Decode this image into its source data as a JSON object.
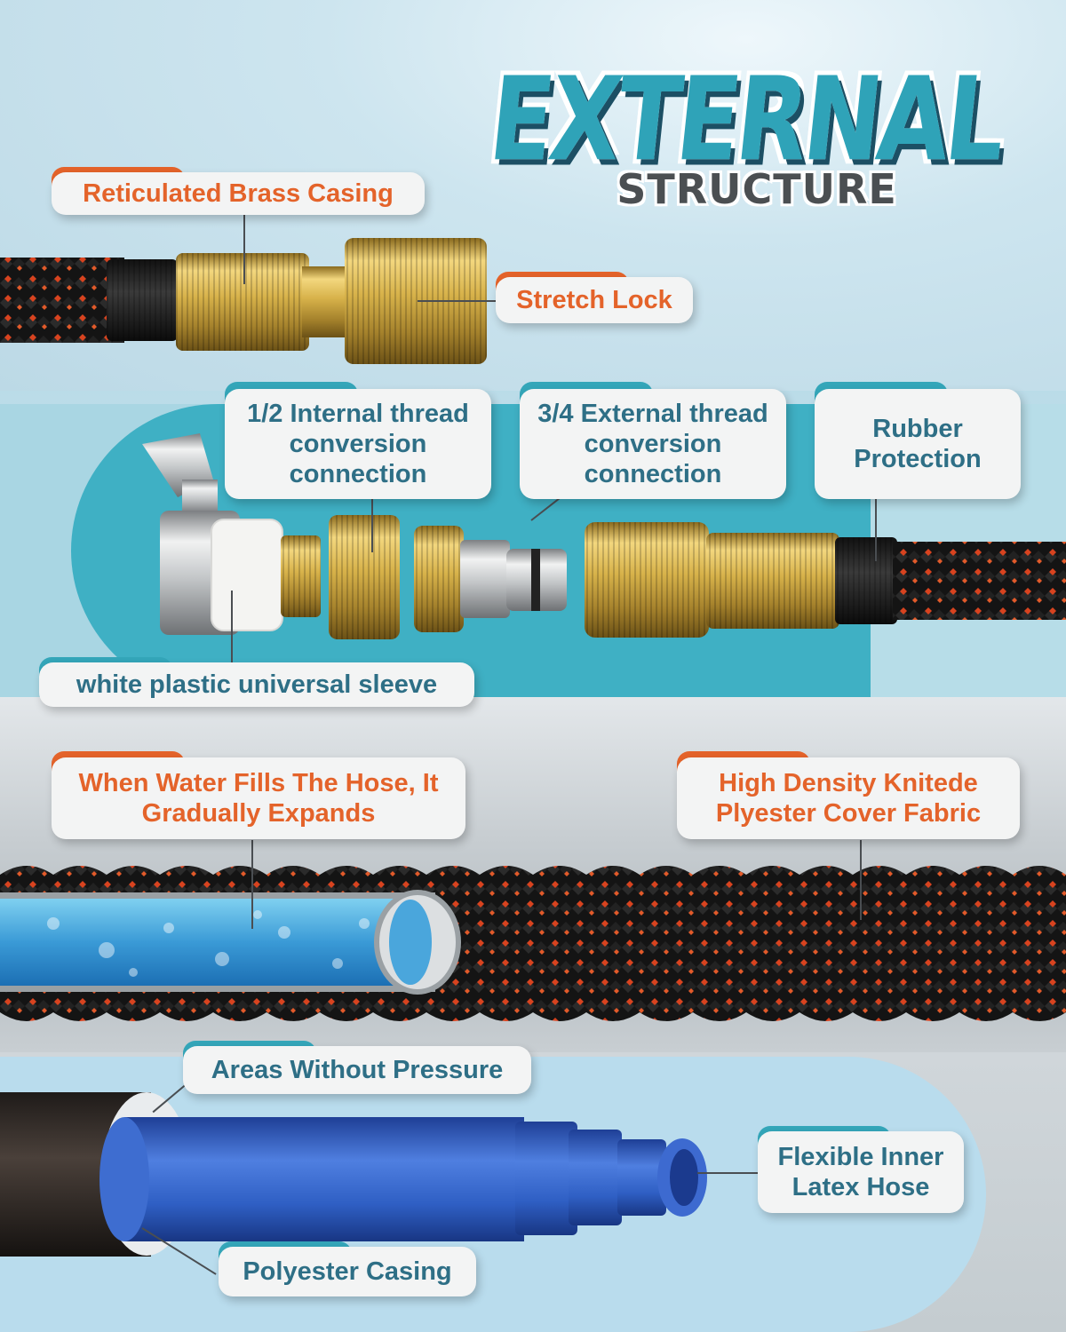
{
  "title": {
    "main": "EXTERNAL",
    "sub": "STRUCTURE"
  },
  "colors": {
    "orange": "#e4632a",
    "teal": "#2e6f86",
    "tab_teal": "#34a6b9",
    "brass": "#d7b24a",
    "hose_blue": "#2f5fc4"
  },
  "labels": {
    "brass_casing": "Reticulated Brass Casing",
    "stretch_lock": "Stretch Lock",
    "internal_thread": "1/2 Internal thread conversion connection",
    "external_thread": "3/4 External thread conversion connection",
    "rubber_protection": "Rubber Protection",
    "plastic_sleeve": "white plastic universal sleeve",
    "water_fills": "When Water Fills The Hose, It Gradually Expands",
    "knit_fabric": "High Density Knitede Plyester Cover Fabric",
    "no_pressure": "Areas Without Pressure",
    "inner_latex": "Flexible Inner Latex Hose",
    "polyester_casing": "Polyester Casing"
  }
}
